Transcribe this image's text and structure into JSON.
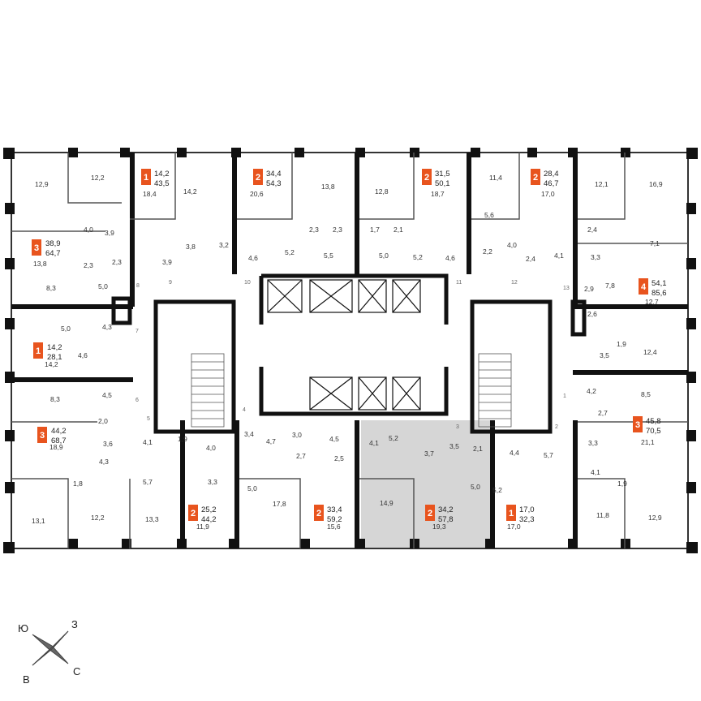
{
  "colors": {
    "badge": "#e8541e",
    "wall": "#111111",
    "highlight": "#d6d6d6",
    "thin_line": "#888888"
  },
  "apartments": [
    {
      "rooms": "1",
      "living": "14,2",
      "total": "43,5"
    },
    {
      "rooms": "2",
      "living": "34,4",
      "total": "54,3"
    },
    {
      "rooms": "2",
      "living": "31,5",
      "total": "50,1"
    },
    {
      "rooms": "2",
      "living": "28,4",
      "total": "46,7"
    },
    {
      "rooms": "3",
      "living": "38,9",
      "total": "64,7"
    },
    {
      "rooms": "4",
      "living": "54,1",
      "total": "85,6"
    },
    {
      "rooms": "1",
      "living": "14,2",
      "total": "28,1"
    },
    {
      "rooms": "3",
      "living": "44,2",
      "total": "68,7"
    },
    {
      "rooms": "3",
      "living": "45,8",
      "total": "70,5"
    },
    {
      "rooms": "2",
      "living": "25,2",
      "total": "44,2"
    },
    {
      "rooms": "2",
      "living": "33,4",
      "total": "59,2"
    },
    {
      "rooms": "2",
      "living": "34,2",
      "total": "57,8"
    },
    {
      "rooms": "1",
      "living": "17,0",
      "total": "32,3"
    }
  ],
  "room_areas": [
    "12,9",
    "12,2",
    "18,4",
    "14,2",
    "20,6",
    "13,8",
    "12,8",
    "18,7",
    "11,4",
    "17,0",
    "12,1",
    "16,9",
    "4,0",
    "3,9",
    "2,3",
    "2,3",
    "1,7",
    "2,1",
    "5,6",
    "2,4",
    "13,8",
    "2,3",
    "2,3",
    "3,8",
    "3,2",
    "3,9",
    "4,6",
    "5,2",
    "5,5",
    "5,0",
    "5,2",
    "4,6",
    "2,2",
    "4,0",
    "2,4",
    "4,1",
    "3,3",
    "7,1",
    "8,3",
    "5,0",
    "2,9",
    "7,8",
    "12,7",
    "5,0",
    "4,3",
    "2,6",
    "14,2",
    "4,6",
    "1,9",
    "3,5",
    "12,4",
    "8,3",
    "4,5",
    "4,2",
    "8,5",
    "2,0",
    "2,7",
    "18,9",
    "3,6",
    "3,3",
    "21,1",
    "4,1",
    "1,9",
    "4,0",
    "3,4",
    "3,0",
    "4,5",
    "4,7",
    "4,1",
    "5,2",
    "3,5",
    "2,1",
    "4,4",
    "5,7",
    "4,3",
    "2,7",
    "2,5",
    "3,7",
    "3,3",
    "1,8",
    "5,7",
    "5,0",
    "5,0",
    "5,2",
    "4,1",
    "1,9",
    "13,1",
    "12,2",
    "13,3",
    "11,9",
    "17,8",
    "15,6",
    "14,9",
    "19,3",
    "17,0",
    "11,8",
    "12,9"
  ],
  "door_numbers": [
    "8",
    "9",
    "10",
    "11",
    "12",
    "13",
    "7",
    "6",
    "5",
    "4",
    "3",
    "2",
    "1"
  ],
  "compass": {
    "north_east": "З",
    "north_west": "Ю",
    "south_west": "В",
    "south_east": "С"
  }
}
